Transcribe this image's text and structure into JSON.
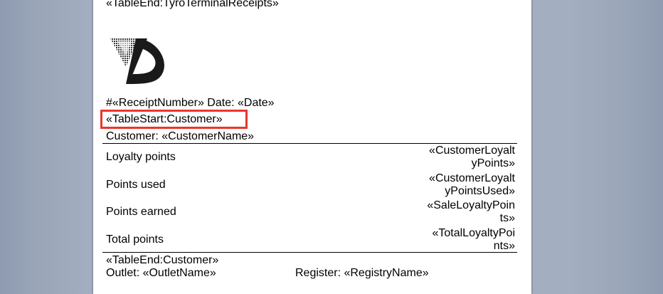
{
  "doc": {
    "top_field": "«TableEnd:TyroTerminalReceipts»",
    "receipt_line": "#«ReceiptNumber»  Date: «Date»",
    "table_start": "«TableStart:Customer»",
    "customer_line": "Customer: «CustomerName»",
    "rows": [
      {
        "label": "Loyalty points",
        "value_line1": "«CustomerLoyalt",
        "value_line2": "yPoints»"
      },
      {
        "label": "Points used",
        "value_line1": "«CustomerLoyalt",
        "value_line2": "yPointsUsed»"
      },
      {
        "label": "Points earned",
        "value_line1": "«SaleLoyaltyPoin",
        "value_line2": "ts»"
      },
      {
        "label": "Total points",
        "value_line1": "«TotalLoyaltyPoi",
        "value_line2": "nts»"
      }
    ],
    "table_end": "«TableEnd:Customer»",
    "outlet_line": "Outlet: «OutletName»",
    "register_line": "Register: «RegistryName»"
  },
  "colors": {
    "highlight": "#e8372a",
    "logo": "#1a1a1a"
  },
  "icons": {
    "logo": "company-logo-icon"
  }
}
